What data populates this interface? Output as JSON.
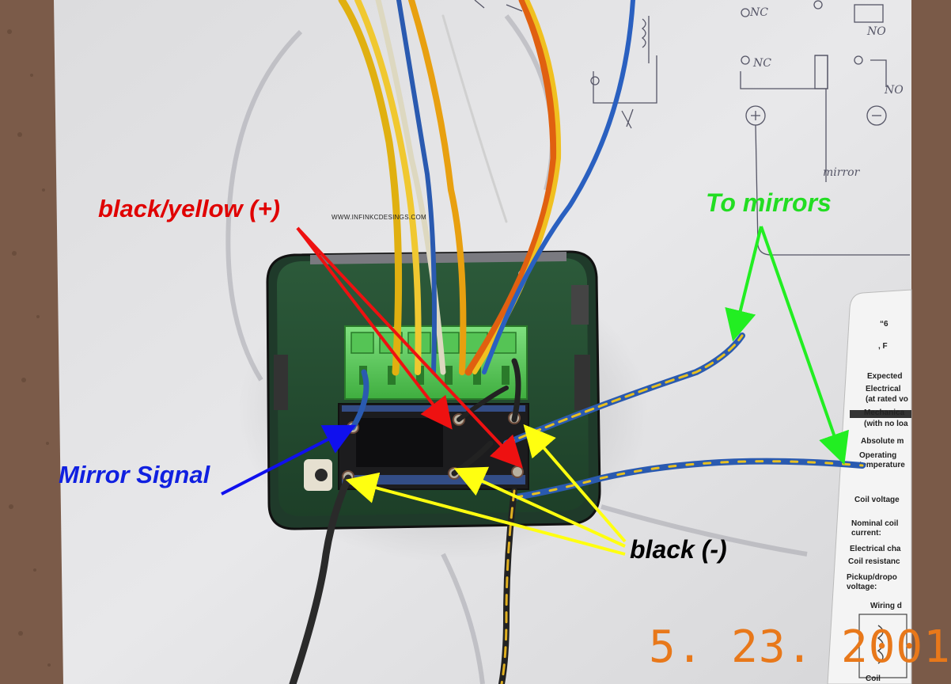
{
  "annotations": {
    "black_yellow": "black/yellow (+)",
    "to_mirrors": "To mirrors",
    "mirror_signal": "Mirror Signal",
    "black_negative": "black (-)"
  },
  "watermark": "WWW.INFINKCDESINGS.COM",
  "date_stamp": "5. 23. 2001",
  "sketch_labels": {
    "nc_top": "NC",
    "no_top": "NO",
    "nc_mid": "NC",
    "no_mid": "NO",
    "mirror": "mirror"
  },
  "datasheet": {
    "lines": [
      "Expected",
      "Electrical",
      "(at rated vo",
      "Mechanica",
      "(with no loa",
      "Absolute m",
      "Operating",
      "temperature",
      "Coil voltage",
      "Nominal coil",
      "current:",
      "Electrical cha",
      "Coil resistanc",
      "Pickup/dropo",
      "voltage:",
      "Wiring d",
      "Coil"
    ]
  },
  "colors": {
    "red_label": "#e00000",
    "green_label": "#22dd22",
    "blue_label": "#1020e0",
    "black_label": "#000000",
    "date_orange": "#e8781a",
    "red_arrow": "#ee1111",
    "green_arrow": "#22ee22",
    "blue_arrow": "#1010ee",
    "yellow_arrow": "#ffff10"
  }
}
